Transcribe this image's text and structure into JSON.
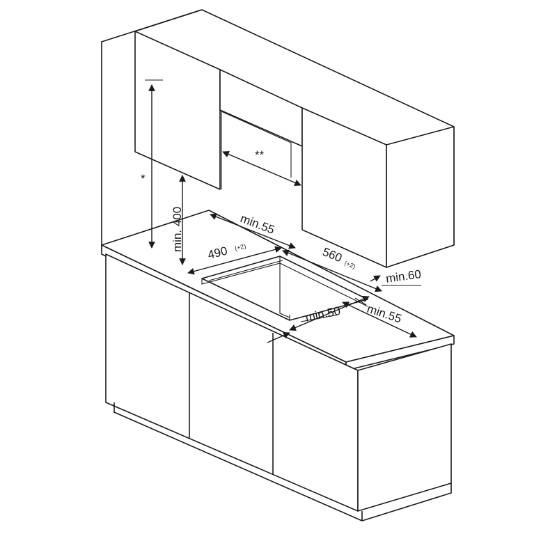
{
  "dimensions": {
    "star_single": "*",
    "star_double": "**",
    "min400": "min. 400",
    "min55_top": "min.55",
    "w490": "490",
    "w490_tol": "(+2)",
    "w560": "560",
    "w560_tol": "(+2)",
    "min60": "min.60",
    "min50": "min.50",
    "min55_right": "min.55"
  },
  "colors": {
    "line": "#1a1a1a",
    "background": "#ffffff"
  }
}
